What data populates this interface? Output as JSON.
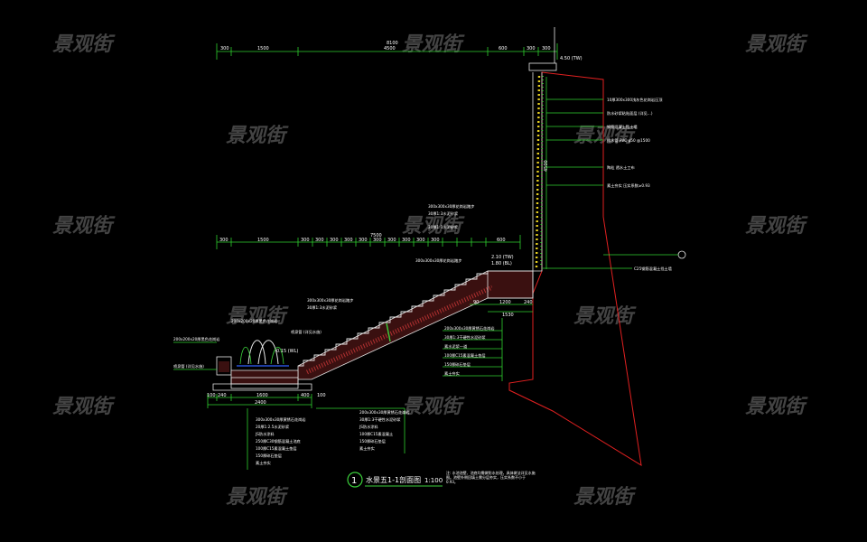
{
  "watermark": "景观街",
  "title": {
    "number": "1",
    "text": "水景五1-1剖面图",
    "scale": "1:100"
  },
  "colors": {
    "background": "#000000",
    "dimension": "#2fd02f",
    "outline": "#e6e6e6",
    "boundary": "#e02020",
    "watermark": "#5a5a5a"
  },
  "top_dims": {
    "overall": "8100",
    "parts": [
      "300",
      "1500",
      "4500",
      "600",
      "300",
      "300"
    ]
  },
  "mid_dims": {
    "overall": "7500",
    "parts": [
      "300",
      "1500",
      "300",
      "300",
      "300",
      "300",
      "300",
      "300",
      "300",
      "300",
      "300",
      "300",
      "600"
    ]
  },
  "bottom_dims": {
    "overall": "2400",
    "parts": [
      "100",
      "240",
      "1600",
      "400",
      "100"
    ]
  },
  "stair_dims": [
    "90",
    "1200",
    "240"
  ],
  "stair_dims_total": "1530",
  "levels": {
    "top": "4.50 (TW)",
    "mid_a": "2.10 (TW)",
    "mid_b": "1.80 (BL)",
    "pool": "0.15 (WL)"
  },
  "wall_height": "4500",
  "right_notes": [
    "10厚300x300浅灰色花岗岩压顶",
    "防水砂浆粘贴面层 (详见...)",
    "钢筋混凝土挡土墙",
    "排水管 PVC φ50 @1500",
    "陶粒 透水土工布",
    "素土夯实 压实系数≥0.93"
  ],
  "wall_note": "C25钢筋混凝土挡土墙",
  "slope_notes": [
    "300x300x30厚花岗岩踏步",
    "30厚1:3水泥砂浆"
  ],
  "stair_layers": [
    "200x300x30厚黄锈石花岗岩",
    "30厚1:3干硬性水泥砂浆",
    "素水泥浆一道",
    "100厚C15素混凝土垫层",
    "150厚碎石垫层",
    "素土夯实"
  ],
  "pool_layers": [
    "300x300x30厚黄锈石花岗岩",
    "20厚1:2.5水泥砂浆",
    "JS防水涂料",
    "250厚C30钢筋混凝土池底",
    "100厚C15素混凝土垫层",
    "150厚碎石垫层",
    "素土夯实"
  ],
  "bottom_right_notes": [
    "200x300x30厚黄锈石花岗岩",
    "30厚1:3干硬性水泥砂浆",
    "JS防水涂料",
    "100厚C15素混凝土",
    "150厚碎石垫层",
    "素土夯实"
  ],
  "pool_notes": [
    "200x200x20厚黑色花岗岩",
    "喷泉管 (详见水施)"
  ],
  "general_note": "注: 水池池壁、池底均需做防水处理，具体做法详见水施图。池壁外侧回填土需分层夯实，压实系数不小于0.93。"
}
